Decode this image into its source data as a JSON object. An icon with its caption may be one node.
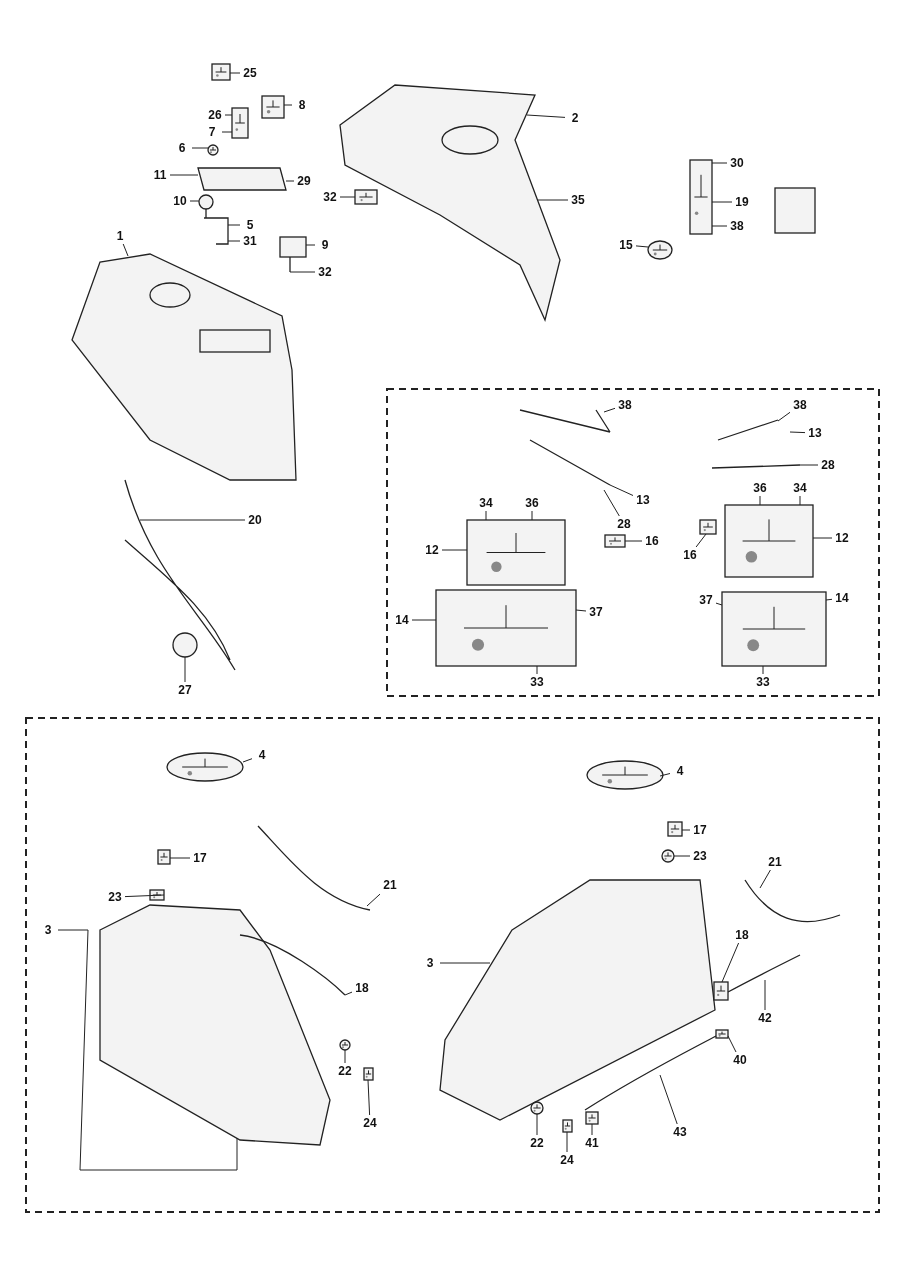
{
  "diagram": {
    "nodes": [
      {
        "text": [
          "25"
        ]
      },
      {
        "text": [
          "8"
        ]
      },
      {
        "text": [
          "2"
        ]
      },
      {
        "text": [
          "26"
        ]
      },
      {
        "text": [
          "7"
        ]
      },
      {
        "text": [
          "6"
        ]
      },
      {
        "text": [
          "11"
        ]
      },
      {
        "text": [
          "29"
        ]
      },
      {
        "text": [
          "10"
        ]
      },
      {
        "text": [
          "1"
        ]
      },
      {
        "text": [
          "5"
        ]
      },
      {
        "text": [
          "31"
        ]
      },
      {
        "text": [
          "9"
        ]
      },
      {
        "text": [
          "32"
        ]
      },
      {
        "text": [
          "30"
        ]
      },
      {
        "text": [
          "19"
        ]
      },
      {
        "text": [
          "35"
        ]
      },
      {
        "text": [
          "32"
        ]
      },
      {
        "text": [
          "38"
        ]
      },
      {
        "text": [
          "15"
        ]
      },
      {
        "text": [
          "20"
        ]
      },
      {
        "text": [
          "27"
        ]
      },
      {
        "text": [
          "38"
        ]
      },
      {
        "text": [
          "13"
        ]
      },
      {
        "text": [
          "28"
        ]
      },
      {
        "text": [
          "34"
        ]
      },
      {
        "text": [
          "36"
        ]
      },
      {
        "text": [
          "12"
        ]
      },
      {
        "text": [
          "16"
        ]
      },
      {
        "text": [
          "14"
        ]
      },
      {
        "text": [
          "37"
        ]
      },
      {
        "text": [
          "33"
        ]
      },
      {
        "text": [
          "38"
        ]
      },
      {
        "text": [
          "13"
        ]
      },
      {
        "text": [
          "28"
        ]
      },
      {
        "text": [
          "36"
        ]
      },
      {
        "text": [
          "34"
        ]
      },
      {
        "text": [
          "12"
        ]
      },
      {
        "text": [
          "16"
        ]
      },
      {
        "text": [
          "14"
        ]
      },
      {
        "text": [
          "37"
        ]
      },
      {
        "text": [
          "33"
        ]
      },
      {
        "text": [
          "4"
        ]
      },
      {
        "text": [
          "21"
        ]
      },
      {
        "text": [
          "17"
        ]
      },
      {
        "text": [
          "23"
        ]
      },
      {
        "text": [
          "3"
        ]
      },
      {
        "text": [
          "18"
        ]
      },
      {
        "text": [
          "22"
        ]
      },
      {
        "text": [
          "24"
        ]
      },
      {
        "text": [
          "4"
        ]
      },
      {
        "text": [
          "17"
        ]
      },
      {
        "text": [
          "23"
        ]
      },
      {
        "text": [
          "21"
        ]
      },
      {
        "text": [
          "3"
        ]
      },
      {
        "text": [
          "18"
        ]
      },
      {
        "text": [
          "42"
        ]
      },
      {
        "text": [
          "40"
        ]
      },
      {
        "text": [
          "43"
        ]
      },
      {
        "text": [
          "41"
        ]
      },
      {
        "text": [
          "22"
        ]
      },
      {
        "text": [
          "24"
        ]
      },
      {
        "text": [],
        "shape": "picture"
      },
      {
        "text": [],
        "shape": "picture"
      },
      {
        "text": [],
        "shape": "picture"
      },
      {
        "text": [],
        "shape": "picture"
      },
      {
        "text": [],
        "shape": "picture"
      },
      {
        "text": [],
        "shape": "picture"
      },
      {
        "text": [],
        "shape": "picture"
      },
      {
        "text": [],
        "shape": "picture"
      },
      {
        "text": [],
        "shape": "picture"
      },
      {
        "text": [],
        "shape": "picture"
      },
      {
        "text": [],
        "shape": "picture"
      },
      {
        "text": [],
        "shape": "picture"
      },
      {
        "text": [],
        "shape": "picture"
      },
      {
        "text": [],
        "shape": "picture"
      },
      {
        "text": [],
        "shape": "picture"
      },
      {
        "text": [],
        "shape": "picture"
      },
      {
        "text": [],
        "shape": "picture"
      },
      {
        "text": [],
        "shape": "picture"
      },
      {
        "text": [],
        "shape": "picture"
      },
      {
        "text": [],
        "shape": "picture"
      },
      {
        "text": [],
        "shape": "picture"
      },
      {
        "text": [],
        "shape": "picture"
      },
      {
        "text": [],
        "shape": "picture"
      },
      {
        "text": [],
        "shape": "picture"
      },
      {
        "text": [],
        "shape": "picture"
      },
      {
        "text": [],
        "shape": "picture"
      },
      {
        "text": [],
        "shape": "picture"
      },
      {
        "text": [],
        "shape": "picture"
      },
      {
        "text": [],
        "shape": "picture"
      },
      {
        "text": [],
        "shape": "picture"
      },
      {
        "text": [],
        "shape": "picture"
      },
      {
        "text": [],
        "shape": "picture"
      },
      {
        "text": [],
        "shape": "picture"
      },
      {
        "text": [],
        "shape": "picture"
      },
      {
        "text": [],
        "shape": "picture"
      },
      {
        "text": [],
        "shape": "picture"
      },
      {
        "text": [],
        "shape": "picture"
      },
      {
        "text": [],
        "shape": "picture"
      },
      {
        "text": [],
        "shape": "picture"
      },
      {
        "text": [],
        "shape": "picture"
      },
      {
        "text": [],
        "shape": "picture"
      }
    ],
    "edges": [
      {
        "from": 0,
        "to": 64,
        "arrow": "none"
      },
      {
        "from": 1,
        "to": 65,
        "arrow": "none"
      },
      {
        "from": 2,
        "to": 63,
        "arrow": "none"
      },
      {
        "from": 3,
        "to": 66,
        "arrow": "none"
      },
      {
        "from": 4,
        "to": 66,
        "arrow": "none"
      },
      {
        "from": 5,
        "to": 67,
        "arrow": "none"
      },
      {
        "from": 6,
        "to": 68,
        "arrow": "none"
      },
      {
        "from": 7,
        "to": 68,
        "arrow": "none"
      },
      {
        "from": 8,
        "to": 69,
        "arrow": "none"
      },
      {
        "from": 9,
        "to": 62,
        "arrow": "none"
      },
      {
        "from": 10,
        "to": 69,
        "arrow": "none"
      },
      {
        "from": 11,
        "to": 69,
        "arrow": "none"
      },
      {
        "from": 12,
        "to": 70,
        "arrow": "none"
      },
      {
        "from": 13,
        "to": 70,
        "arrow": "none"
      },
      {
        "from": 14,
        "to": 72,
        "arrow": "none"
      },
      {
        "from": 15,
        "to": 72,
        "arrow": "none"
      },
      {
        "from": 16,
        "to": 63,
        "arrow": "none"
      },
      {
        "from": 17,
        "to": 71,
        "arrow": "none"
      },
      {
        "from": 18,
        "to": 72,
        "arrow": "none"
      },
      {
        "from": 19,
        "to": 73,
        "arrow": "none"
      },
      {
        "from": 20,
        "to": 74,
        "arrow": "none"
      },
      {
        "from": 21,
        "to": 74,
        "arrow": "none"
      },
      {
        "from": 22,
        "to": 75,
        "arrow": "none"
      },
      {
        "from": 23,
        "to": 75,
        "arrow": "none"
      },
      {
        "from": 24,
        "to": 75,
        "arrow": "none"
      },
      {
        "from": 25,
        "to": 76,
        "arrow": "none"
      },
      {
        "from": 26,
        "to": 76,
        "arrow": "none"
      },
      {
        "from": 27,
        "to": 76,
        "arrow": "none"
      },
      {
        "from": 28,
        "to": 77,
        "arrow": "none"
      },
      {
        "from": 29,
        "to": 78,
        "arrow": "none"
      },
      {
        "from": 30,
        "to": 78,
        "arrow": "none"
      },
      {
        "from": 31,
        "to": 78,
        "arrow": "none"
      },
      {
        "from": 32,
        "to": 79,
        "arrow": "none"
      },
      {
        "from": 33,
        "to": 79,
        "arrow": "none"
      },
      {
        "from": 34,
        "to": 79,
        "arrow": "none"
      },
      {
        "from": 35,
        "to": 80,
        "arrow": "none"
      },
      {
        "from": 36,
        "to": 80,
        "arrow": "none"
      },
      {
        "from": 37,
        "to": 80,
        "arrow": "none"
      },
      {
        "from": 38,
        "to": 81,
        "arrow": "none"
      },
      {
        "from": 39,
        "to": 82,
        "arrow": "none"
      },
      {
        "from": 40,
        "to": 82,
        "arrow": "none"
      },
      {
        "from": 41,
        "to": 82,
        "arrow": "none"
      },
      {
        "from": 42,
        "to": 83,
        "arrow": "none"
      },
      {
        "from": 43,
        "to": 84,
        "arrow": "none"
      },
      {
        "from": 44,
        "to": 85,
        "arrow": "none"
      },
      {
        "from": 45,
        "to": 86,
        "arrow": "none"
      },
      {
        "from": 46,
        "to": 87,
        "arrow": "none"
      },
      {
        "from": 47,
        "to": 88,
        "arrow": "none"
      },
      {
        "from": 48,
        "to": 89,
        "arrow": "none"
      },
      {
        "from": 49,
        "to": 90,
        "arrow": "none"
      },
      {
        "from": 50,
        "to": 91,
        "arrow": "none"
      },
      {
        "from": 51,
        "to": 92,
        "arrow": "none"
      },
      {
        "from": 52,
        "to": 93,
        "arrow": "none"
      },
      {
        "from": 53,
        "to": 94,
        "arrow": "none"
      },
      {
        "from": 54,
        "to": 95,
        "arrow": "none"
      },
      {
        "from": 55,
        "to": 96,
        "arrow": "none"
      },
      {
        "from": 56,
        "to": 97,
        "arrow": "none"
      },
      {
        "from": 57,
        "to": 98,
        "arrow": "none"
      },
      {
        "from": 58,
        "to": 99,
        "arrow": "none"
      },
      {
        "from": 59,
        "to": 100,
        "arrow": "none"
      },
      {
        "from": 60,
        "to": 101,
        "arrow": "none"
      },
      {
        "from": 61,
        "to": 102,
        "arrow": "none"
      }
    ]
  }
}
